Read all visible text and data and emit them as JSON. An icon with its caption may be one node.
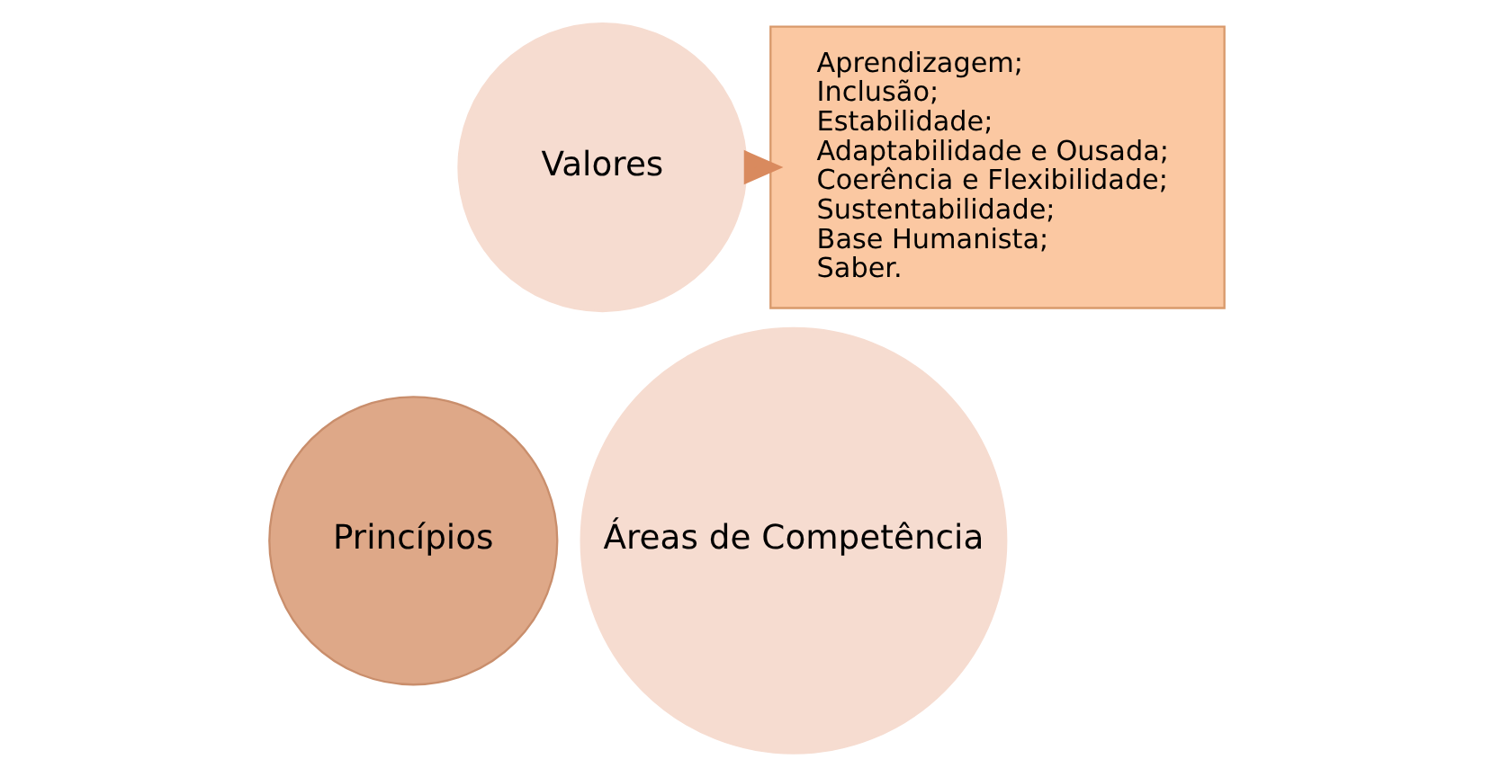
{
  "diagram": {
    "nodes": [
      {
        "text": [
          "Valores"
        ]
      },
      {
        "text": [
          "Princípios"
        ]
      },
      {
        "text": [
          "Áreas de Competência"
        ]
      },
      {
        "text": [
          "Aprendizagem;",
          "Inclusão;",
          "Estabilidade;",
          "Adaptabilidade e Ousada;",
          "Coerência e Flexibilidade;",
          "Sustentabilidade;",
          "Base Humanista;",
          "Saber."
        ]
      }
    ],
    "edges": [
      {
        "from": 0,
        "to": 3,
        "arrow": "to",
        "style": "thick"
      }
    ]
  }
}
